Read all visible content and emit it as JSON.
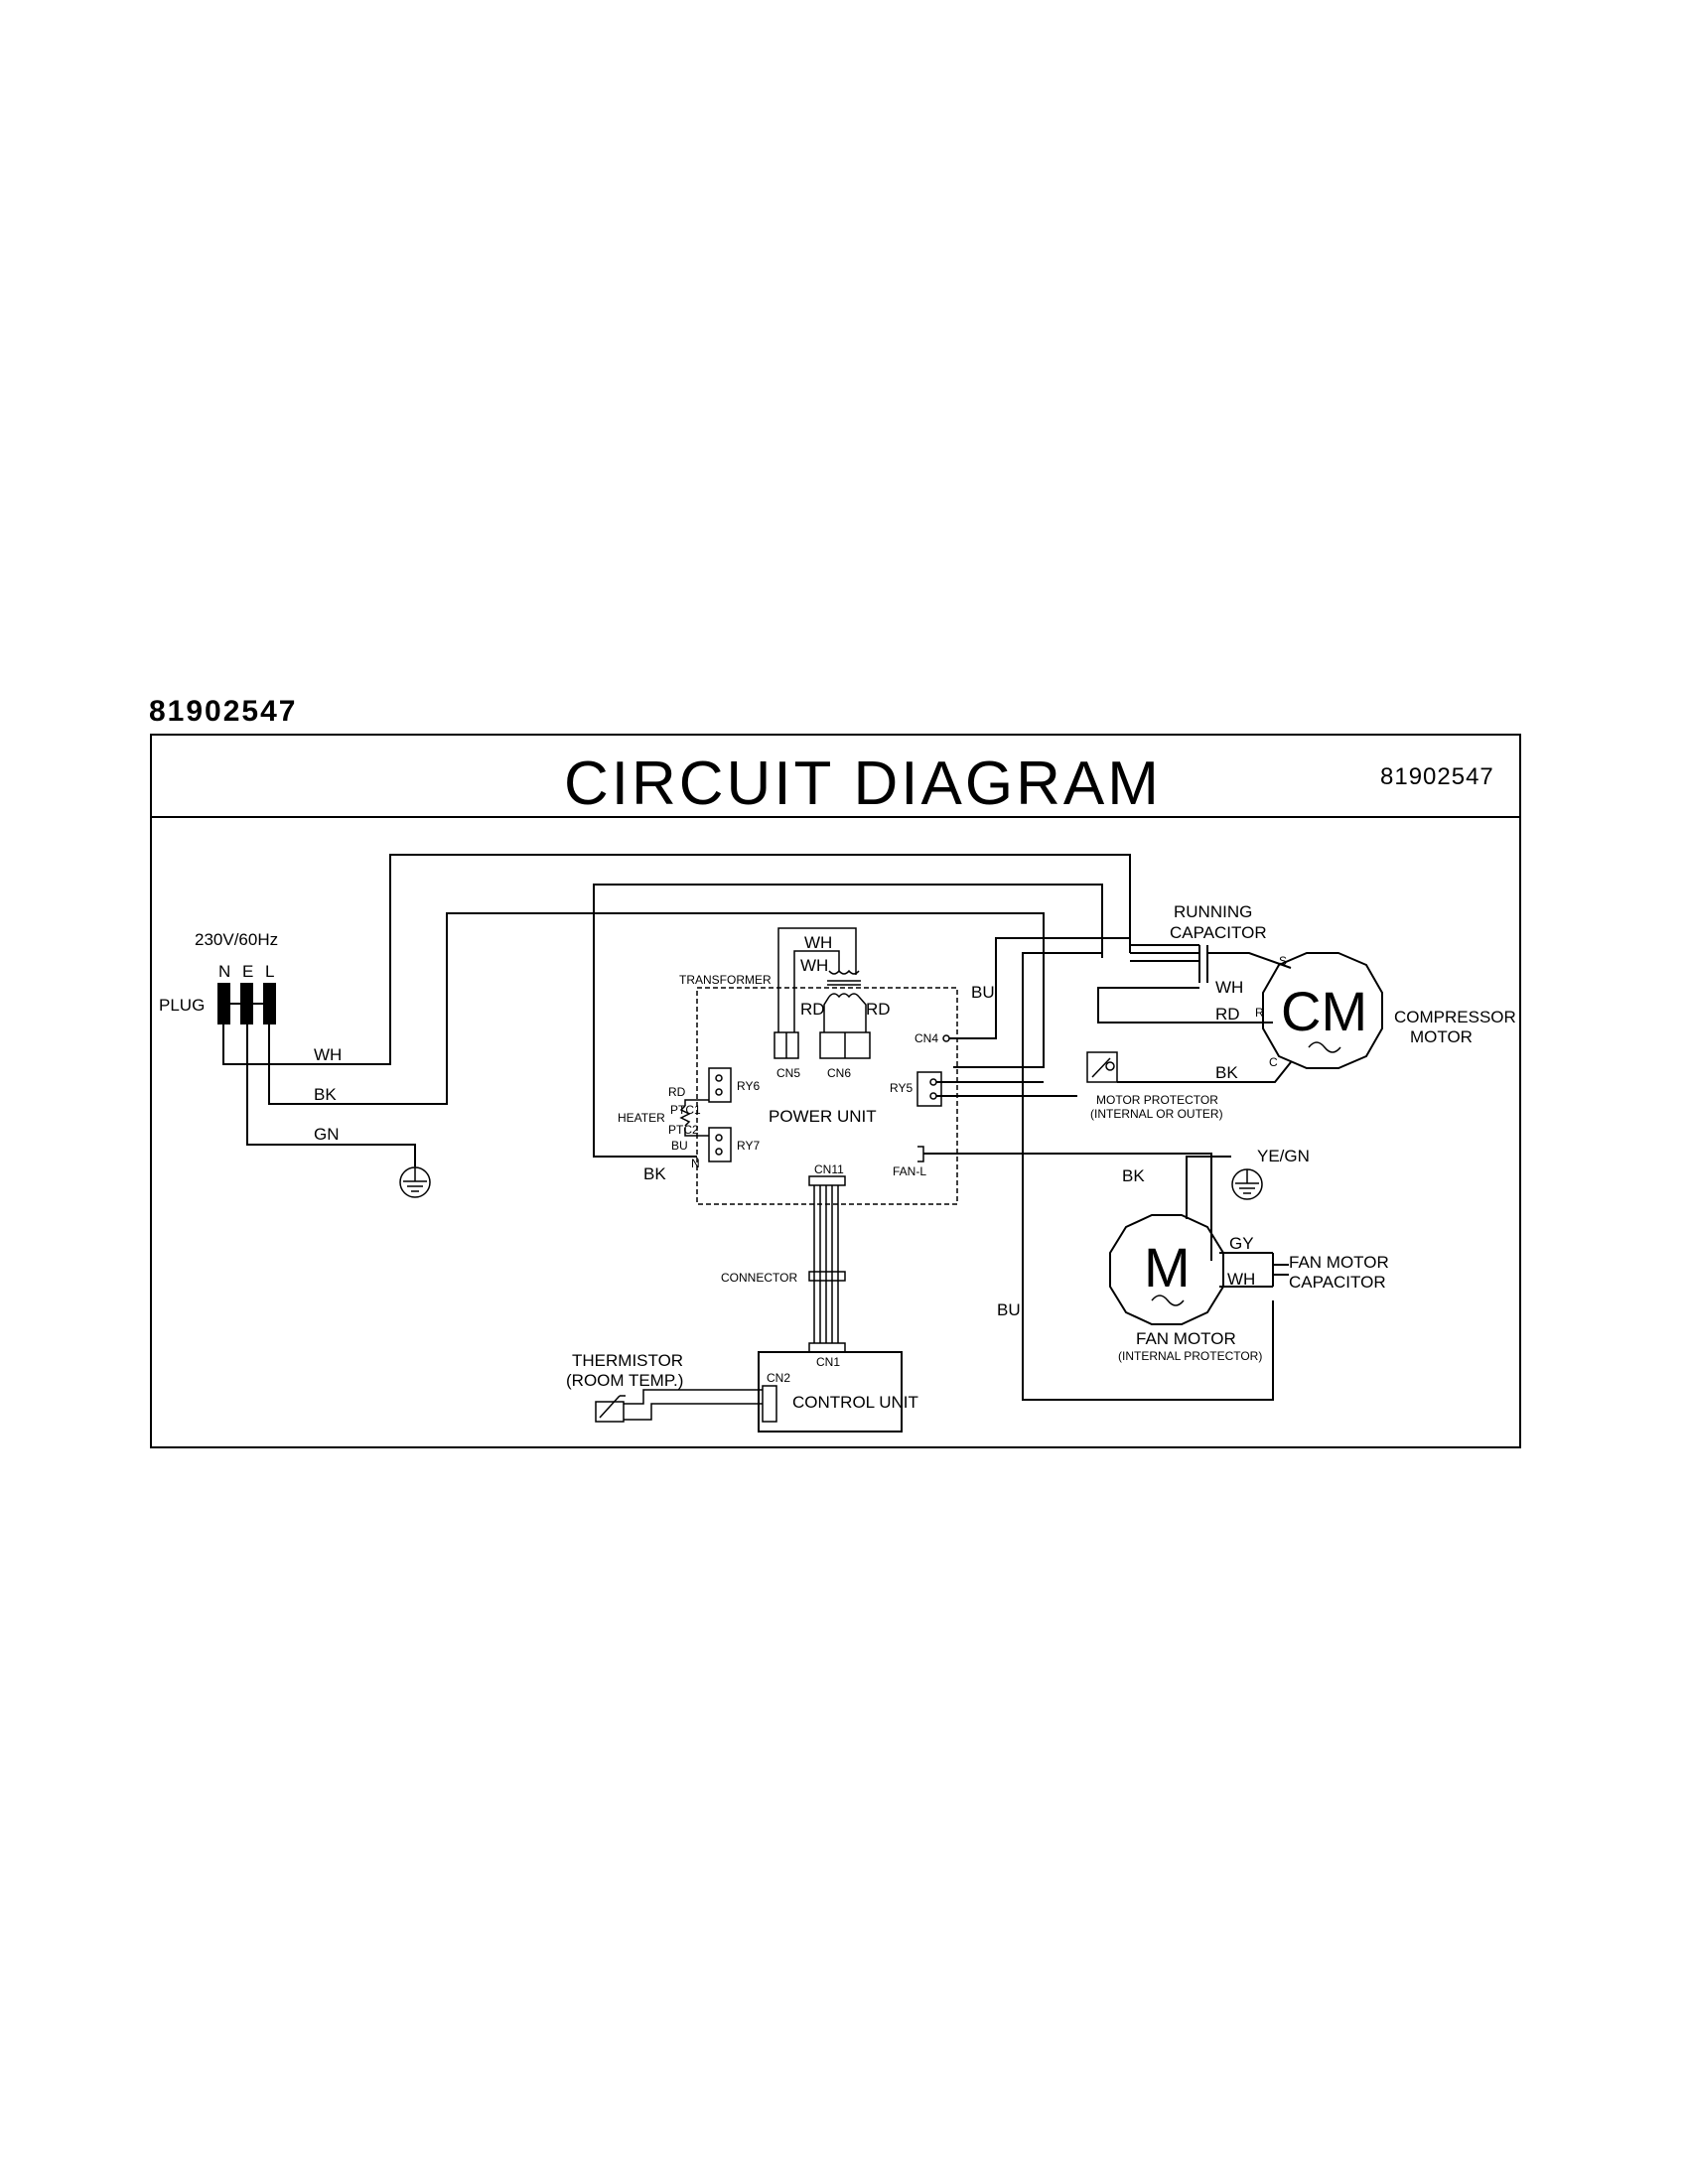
{
  "page": {
    "doc_number": "81902547"
  },
  "diagram": {
    "title": "CIRCUIT    DIAGRAM",
    "number": "81902547",
    "labels": {
      "supply": "230V/60Hz",
      "n": "N",
      "e": "E",
      "l": "L",
      "plug": "PLUG",
      "wh_plug": "WH",
      "bk_plug": "BK",
      "gn_plug": "GN",
      "transformer": "TRANSFORMER",
      "wh_t1": "WH",
      "wh_t2": "WH",
      "rd_t1": "RD",
      "rd_t2": "RD",
      "cn5": "CN5",
      "cn6": "CN6",
      "cn4": "CN4",
      "ry5": "RY5",
      "ry6": "RY6",
      "ry7": "RY7",
      "rd_heater": "RD",
      "ptc1": "PTC1",
      "ptc2": "PTC2",
      "bu_heater": "BU",
      "heater": "HEATER",
      "n_heater": "N",
      "bk_bottom": "BK",
      "power_unit": "POWER UNIT",
      "fan_l": "FAN-L",
      "cn11": "CN11",
      "connector": "CONNECTOR",
      "cn1": "CN1",
      "cn2": "CN2",
      "control_unit": "CONTROL UNIT",
      "thermistor": "THERMISTOR",
      "room_temp": "(ROOM TEMP.)",
      "running": "RUNNING",
      "capacitor": "CAPACITOR",
      "bu_top": "BU",
      "wh_cap": "WH",
      "rd_comp": "RD",
      "bk_comp": "BK",
      "s": "S",
      "r": "R",
      "c": "C",
      "cm": "CM",
      "compressor": "COMPRESSOR",
      "motor": "MOTOR",
      "motor_protector": "MOTOR  PROTECTOR",
      "internal_outer": "(INTERNAL OR OUTER)",
      "ye_gn": "YE/GN",
      "bk_fan": "BK",
      "gy": "GY",
      "wh_fan": "WH",
      "m": "M",
      "fan_motor_cap": "FAN  MOTOR",
      "capacitor2": "CAPACITOR",
      "fan_motor": "FAN MOTOR",
      "internal_protector": "(INTERNAL PROTECTOR)",
      "bu_left": "BU"
    }
  }
}
